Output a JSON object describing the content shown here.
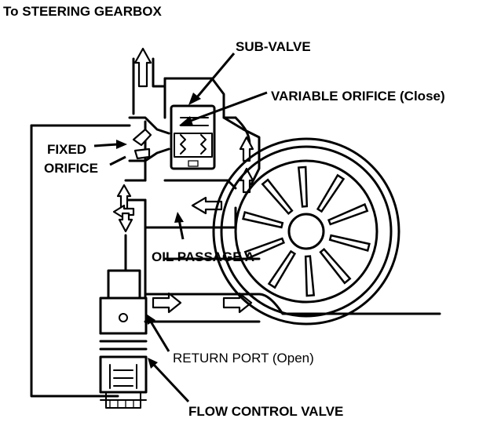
{
  "title": "To STEERING GEARBOX",
  "labels": {
    "sub_valve": "SUB-VALVE",
    "variable_orifice": "VARIABLE ORIFICE (Close)",
    "fixed": "FIXED",
    "orifice": "ORIFICE",
    "oil_passage": "OIL PASSAGE A",
    "return_port": "RETURN PORT (Open)",
    "flow_control_valve": "FLOW CONTROL VALVE"
  },
  "colors": {
    "ink": "#000000",
    "paper": "#ffffff"
  }
}
